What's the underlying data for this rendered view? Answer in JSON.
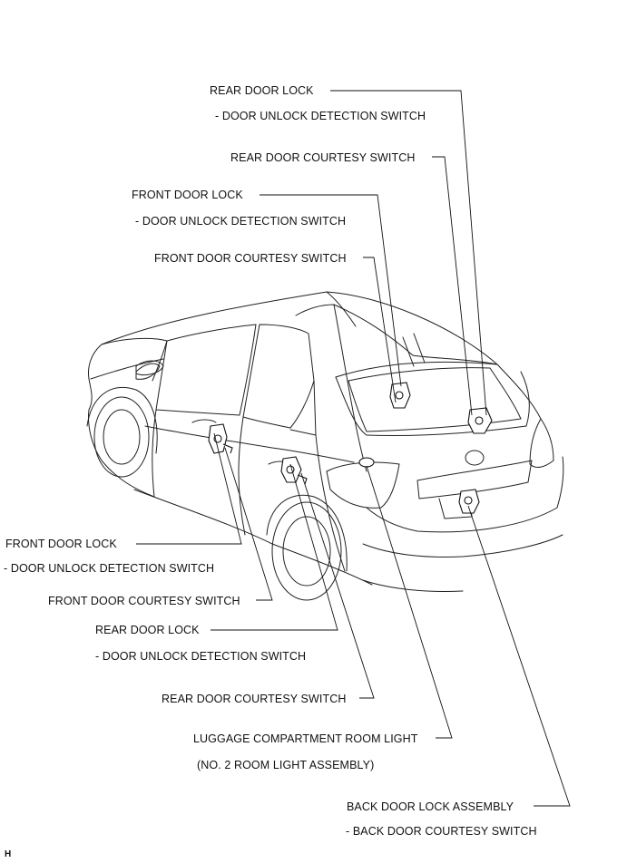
{
  "labels": {
    "rear_door_lock_upper": "REAR DOOR LOCK",
    "rear_door_unlock_switch_upper": "- DOOR UNLOCK DETECTION SWITCH",
    "rear_door_courtesy_switch_upper": "REAR DOOR COURTESY SWITCH",
    "front_door_lock_upper": "FRONT DOOR LOCK",
    "front_door_unlock_switch_upper": "- DOOR UNLOCK DETECTION SWITCH",
    "front_door_courtesy_switch_upper": "FRONT DOOR COURTESY SWITCH",
    "front_door_lock_lower": "FRONT DOOR LOCK",
    "front_door_unlock_switch_lower": "- DOOR UNLOCK DETECTION SWITCH",
    "front_door_courtesy_switch_lower": "FRONT DOOR COURTESY SWITCH",
    "rear_door_lock_lower": "REAR DOOR LOCK",
    "rear_door_unlock_switch_lower": "- DOOR UNLOCK DETECTION SWITCH",
    "rear_door_courtesy_switch_lower": "REAR DOOR COURTESY SWITCH",
    "luggage_room_light": "LUGGAGE COMPARTMENT ROOM LIGHT",
    "room_light_assembly": "(NO. 2 ROOM LIGHT ASSEMBLY)",
    "back_door_lock_assembly": "BACK DOOR LOCK ASSEMBLY",
    "back_door_courtesy_switch": "- BACK DOOR COURTESY SWITCH"
  },
  "figure_code": "H"
}
